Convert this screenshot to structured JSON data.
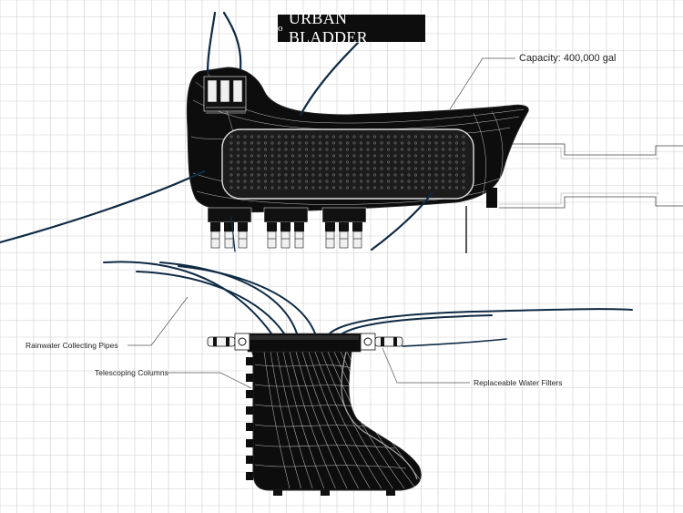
{
  "title": "URBAN BLADDER",
  "title_mark": "o",
  "labels": {
    "capacity": "Capacity: 400,000 gal",
    "rainwater_pipes": "Rainwater Collecting Pipes",
    "telescoping_columns": "Telescoping Columns",
    "water_filters": "Replaceable Water Filters"
  },
  "colors": {
    "background": "#ffffff",
    "grid": "#cfcfcf",
    "body_fill": "#0d0d0d",
    "wire": "#ffffff",
    "pipe": "#0e2a44",
    "leader": "#555555"
  }
}
